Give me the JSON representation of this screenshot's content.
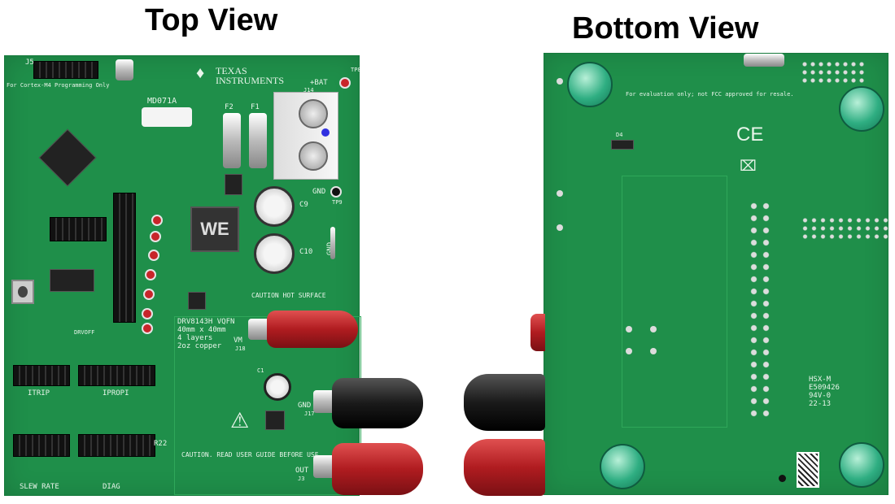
{
  "titles": {
    "top_view": "Top View",
    "bottom_view": "Bottom View"
  },
  "top_board": {
    "logo": {
      "line1": "TEXAS",
      "line2": "INSTRUMENTS"
    },
    "board_id": "MD071A",
    "bat_label": "+BAT",
    "tp8": "TP8",
    "tp9": "TP9",
    "gnd_label": "GND",
    "gnd_side": "GND",
    "j14": "J14",
    "fuse_f1": "F1",
    "fuse_f2": "F2",
    "j5": "J5",
    "j5_note": "For Cortex-M4 Programming Only",
    "caution_hot": "CAUTION HOT SURFACE",
    "drv_info": [
      "DRV8143H VQFN",
      "40mm x 40mm",
      "4 layers",
      "2oz copper"
    ],
    "vm_label": "VM",
    "vm_ref": "J18",
    "gnd_jack_label": "GND",
    "gnd_jack_ref": "J17",
    "out_label": "OUT",
    "out_ref": "J3",
    "caution_read": "CAUTION.  READ USER GUIDE BEFORE USE",
    "itrip": "ITRIP",
    "iprop": "IPROPI",
    "slew_rate": "SLEW RATE",
    "diag": "DIAG",
    "drvoff": "DRVOFF",
    "r22": "R22",
    "c1": "C1",
    "c9": "C9",
    "c10": "C10"
  },
  "bottom_board": {
    "fcc_note": "For evaluation only; not FCC approved for resale.",
    "ce_mark": "CE",
    "d4": "D4",
    "ul_info": [
      "HSX-M",
      "E509426",
      "94V-0",
      "22-13"
    ]
  },
  "colors": {
    "pcb": "#1f8f4a",
    "jack_red": "#b01c20",
    "jack_black": "#1a1a1a",
    "feet": "#2fae82"
  }
}
